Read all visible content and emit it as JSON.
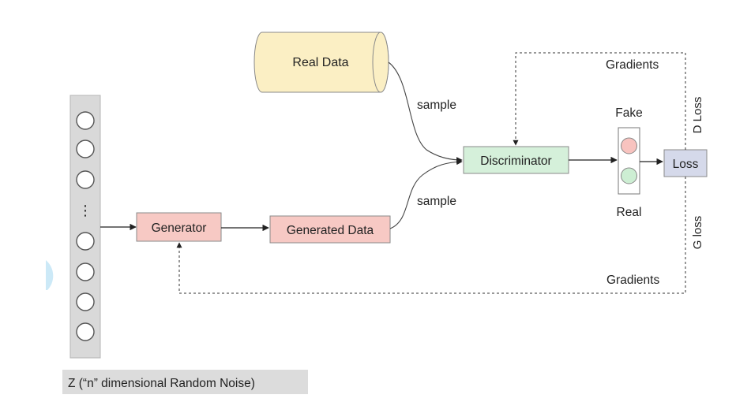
{
  "nodes": {
    "real_data": "Real Data",
    "generator": "Generator",
    "generated_data": "Generated Data",
    "discriminator": "Discriminator",
    "loss": "Loss"
  },
  "edge_labels": {
    "sample_real": "sample",
    "sample_generated": "sample",
    "gradients_top": "Gradients",
    "gradients_bottom": "Gradients",
    "d_loss": "D Loss",
    "g_loss": "G loss"
  },
  "signal": {
    "fake": "Fake",
    "real": "Real"
  },
  "noise": {
    "caption": "Z (“n” dimensional Random Noise)",
    "dots": "⋮"
  },
  "colors": {
    "real_data_fill": "#fbefc4",
    "generator_fill": "#f7c9c4",
    "discriminator_fill": "#d5f0da",
    "loss_fill": "#d5d9ea",
    "noise_bar": "#d9d9d9",
    "fake_light": "#f8c3bf",
    "real_light": "#cdeed3"
  }
}
